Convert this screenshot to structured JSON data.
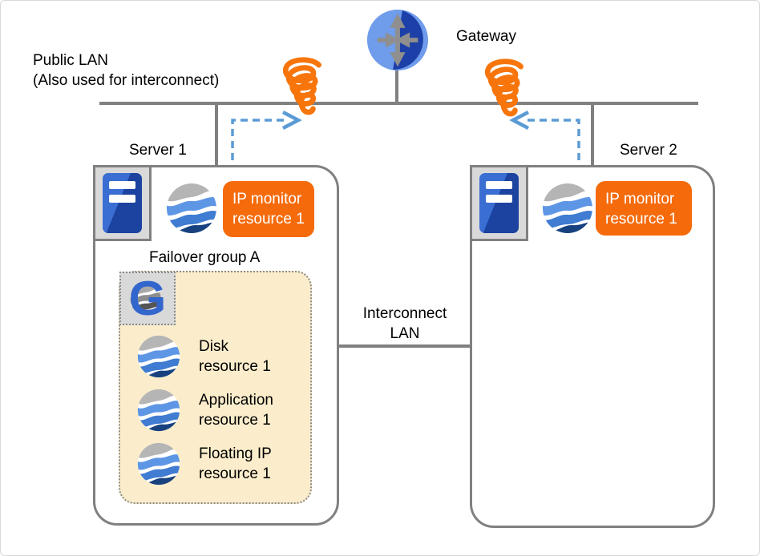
{
  "diagram": {
    "public_lan": {
      "line1": "Public LAN",
      "line2": "(Also used for interconnect)"
    },
    "gateway_label": "Gateway",
    "interconnect_lan": {
      "line1": "Interconnect",
      "line2": "LAN"
    },
    "server1": {
      "label": "Server 1",
      "monitor_badge": {
        "line1": "IP monitor",
        "line2": "resource 1"
      },
      "failover_group_label": "Failover group A",
      "resources": [
        {
          "line1": "Disk",
          "line2": "resource 1"
        },
        {
          "line1": "Application",
          "line2": "resource 1"
        },
        {
          "line1": "Floating IP",
          "line2": "resource 1"
        }
      ]
    },
    "server2": {
      "label": "Server 2",
      "monitor_badge": {
        "line1": "IP monitor",
        "line2": "resource 1"
      }
    },
    "colors": {
      "orange": "#f56b0c",
      "line_gray": "#808080",
      "arrow_blue": "#5b9bd5",
      "group_bg": "#fbedcb",
      "gateway_light": "#6f9ceb",
      "gateway_dark": "#1d3fa8",
      "sphere_light_blue": "#5e96e6",
      "sphere_mid_blue": "#3f7cd2",
      "sphere_dark_blue": "#17417f"
    }
  }
}
